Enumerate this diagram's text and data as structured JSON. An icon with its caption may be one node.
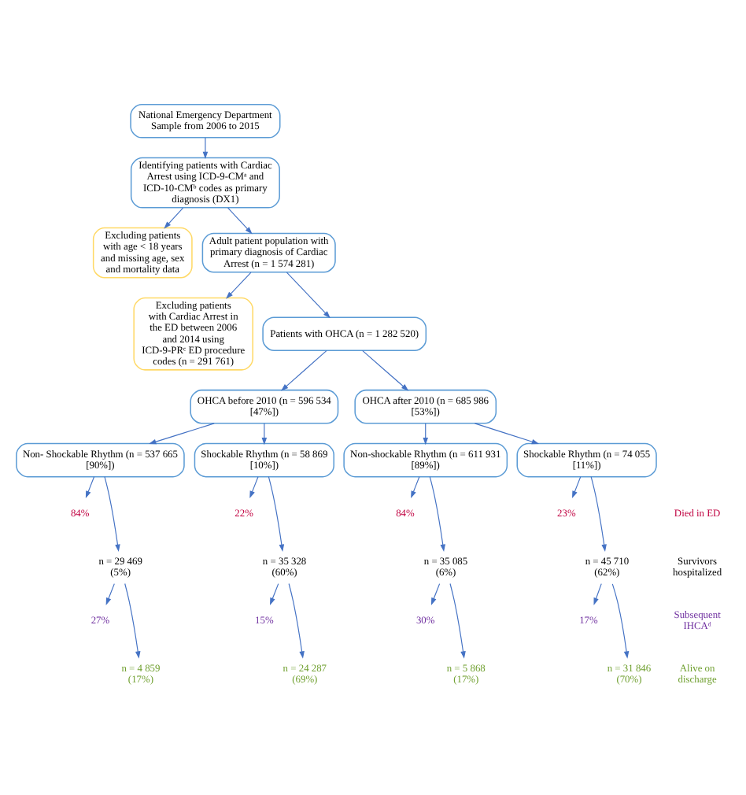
{
  "diagram": {
    "nodes": [
      {
        "text": [
          "National Emergency Department Sample from 2006 to 2015"
        ]
      },
      {
        "text": [
          "Identifying patients with Cardiac Arrest using ICD-9-CMᵃ and ICD-10-CMᵇ codes as primary diagnosis (DX1)"
        ]
      },
      {
        "text": [
          "Excluding patients with age < 18 years and missing age, sex and mortality data"
        ]
      },
      {
        "text": [
          "Adult patient population with primary diagnosis of Cardiac Arrest (n = 1 574 281)"
        ]
      },
      {
        "text": [
          "Excluding patients with Cardiac Arrest in the ED between 2006 and 2014 using ICD-9-PRᶜ ED procedure codes (n = 291 761)"
        ]
      },
      {
        "text": [
          "Patients with OHCA (n = 1 282 520)"
        ]
      },
      {
        "text": [
          "OHCA before 2010 (n = 596 534 [47%])"
        ]
      },
      {
        "text": [
          "OHCA after 2010 (n = 685 986 [53%])"
        ]
      },
      {
        "text": [
          "Non- Shockable Rhythm (n = 537 665 [90%])"
        ]
      },
      {
        "text": [
          "Shockable Rhythm (n = 58 869 [10%])"
        ]
      },
      {
        "text": [
          "Non-shockable Rhythm (n = 611 931 [89%])"
        ]
      },
      {
        "text": [
          "Shockable Rhythm (n = 74 055 [11%])"
        ]
      },
      {
        "text": [
          "84%"
        ]
      },
      {
        "text": [
          "n = 29 469 (5%)"
        ]
      },
      {
        "text": [
          "27%"
        ]
      },
      {
        "text": [
          "n = 4 859 (17%)"
        ]
      },
      {
        "text": [
          "22%"
        ]
      },
      {
        "text": [
          "n = 35 328 (60%)"
        ]
      },
      {
        "text": [
          "15%"
        ]
      },
      {
        "text": [
          "n = 24 287 (69%)"
        ]
      },
      {
        "text": [
          "84%"
        ]
      },
      {
        "text": [
          "n = 35 085 (6%)"
        ]
      },
      {
        "text": [
          "30%"
        ]
      },
      {
        "text": [
          "n = 5 868 (17%)"
        ]
      },
      {
        "text": [
          "23%"
        ]
      },
      {
        "text": [
          "n = 45 710 (62%)"
        ]
      },
      {
        "text": [
          "17%"
        ]
      },
      {
        "text": [
          "n = 31 846 (70%)"
        ]
      }
    ],
    "edges": [
      {
        "from": 0,
        "to": 1,
        "arrow": "to"
      },
      {
        "from": 1,
        "to": 3,
        "arrow": "to"
      },
      {
        "from": 1,
        "to": 2,
        "arrow": "to"
      },
      {
        "from": 3,
        "to": 5,
        "arrow": "to"
      },
      {
        "from": 3,
        "to": 4,
        "arrow": "to"
      },
      {
        "from": 5,
        "to": 6,
        "arrow": "to"
      },
      {
        "from": 5,
        "to": 7,
        "arrow": "to"
      },
      {
        "from": 6,
        "to": 8,
        "arrow": "to"
      },
      {
        "from": 6,
        "to": 9,
        "arrow": "to"
      },
      {
        "from": 7,
        "to": 10,
        "arrow": "to"
      },
      {
        "from": 7,
        "to": 11,
        "arrow": "to"
      },
      {
        "from": 8,
        "to": 12,
        "arrow": "to"
      },
      {
        "from": 8,
        "to": 13,
        "arrow": "to"
      },
      {
        "from": 13,
        "to": 14,
        "arrow": "to"
      },
      {
        "from": 13,
        "to": 15,
        "arrow": "to"
      },
      {
        "from": 9,
        "to": 16,
        "arrow": "to"
      },
      {
        "from": 9,
        "to": 17,
        "arrow": "to"
      },
      {
        "from": 17,
        "to": 18,
        "arrow": "to"
      },
      {
        "from": 17,
        "to": 19,
        "arrow": "to"
      },
      {
        "from": 10,
        "to": 20,
        "arrow": "to"
      },
      {
        "from": 10,
        "to": 21,
        "arrow": "to"
      },
      {
        "from": 21,
        "to": 22,
        "arrow": "to"
      },
      {
        "from": 21,
        "to": 23,
        "arrow": "to"
      },
      {
        "from": 11,
        "to": 24,
        "arrow": "to"
      },
      {
        "from": 11,
        "to": 25,
        "arrow": "to"
      },
      {
        "from": 25,
        "to": 26,
        "arrow": "to"
      },
      {
        "from": 25,
        "to": 27,
        "arrow": "to"
      }
    ],
    "labels": [
      "Died in ED",
      "Survivors hospitalized",
      "Subsequent IHCAᵈ",
      "Alive on discharge"
    ]
  }
}
